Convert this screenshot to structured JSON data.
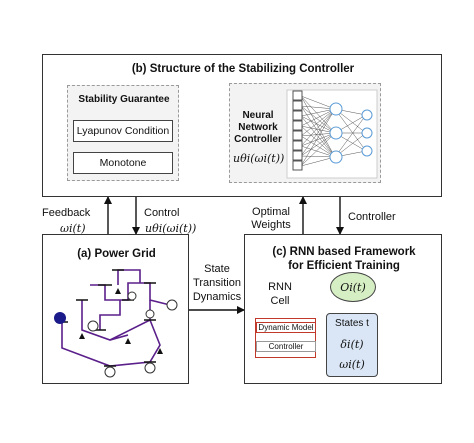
{
  "structure_panel": {
    "title": "(b) Structure of the Stabilizing Controller",
    "stability": {
      "title": "Stability Guarantee",
      "items": [
        "Lyapunov Condition",
        "Monotone"
      ]
    },
    "nn_controller": {
      "line1": "Neural",
      "line2": "Network",
      "line3": "Controller",
      "formula": "uθi(ωi(t))"
    }
  },
  "arrows": {
    "feedback": "Feedback",
    "feedback_sym": "ωi(t)",
    "control": "Control",
    "control_sym": "uθi(ωi(t))",
    "optimal_weights_1": "Optimal",
    "optimal_weights_2": "Weights",
    "controller": "Controller",
    "state_1": "State",
    "state_2": "Transition",
    "state_3": "Dynamics"
  },
  "power_grid": {
    "title": "(a) Power Grid"
  },
  "rnn_panel": {
    "title_line1": "(c) RNN based Framework",
    "title_line2": "for Efficient Training",
    "cell_line1": "RNN",
    "cell_line2": "Cell",
    "output": "Oi(t)",
    "dynamic_model": "Dynamic Model",
    "controller": "Controller",
    "states_title": "States t",
    "state_delta": "δi(t)",
    "state_omega": "ωi(t)"
  },
  "colors": {
    "output_fill": "#d6eec4",
    "states_fill": "#dae6f5",
    "dynamic_border": "#c0392b",
    "grid_line": "#5a1f8a",
    "dashed_bg": "#f3f3f3",
    "arrow_teal": "#2e8b8b"
  }
}
